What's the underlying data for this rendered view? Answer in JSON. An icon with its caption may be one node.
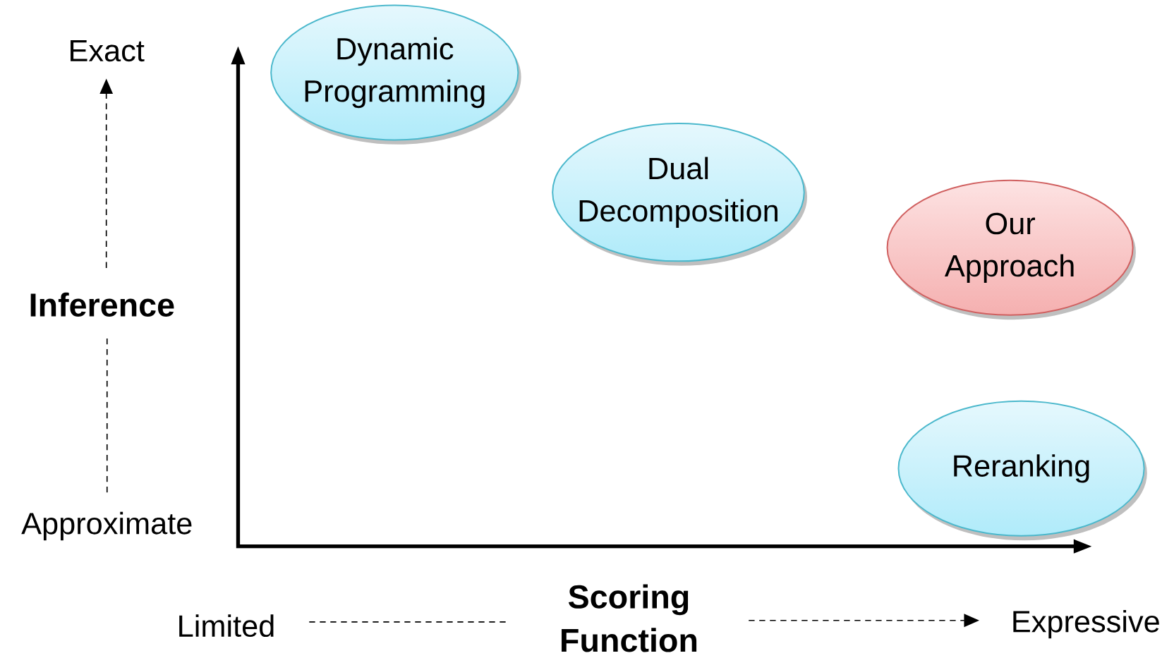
{
  "diagram": {
    "nodes": [
      {
        "text": [
          "Dynamic Programming"
        ]
      },
      {
        "text": [
          "Dual Decomposition"
        ]
      },
      {
        "text": [
          "Our Approach"
        ]
      },
      {
        "text": [
          "Reranking"
        ]
      }
    ],
    "labels": [
      "Exact",
      "Inference",
      "Approximate",
      "Scoring Function",
      "Limited",
      "Expressive"
    ]
  }
}
